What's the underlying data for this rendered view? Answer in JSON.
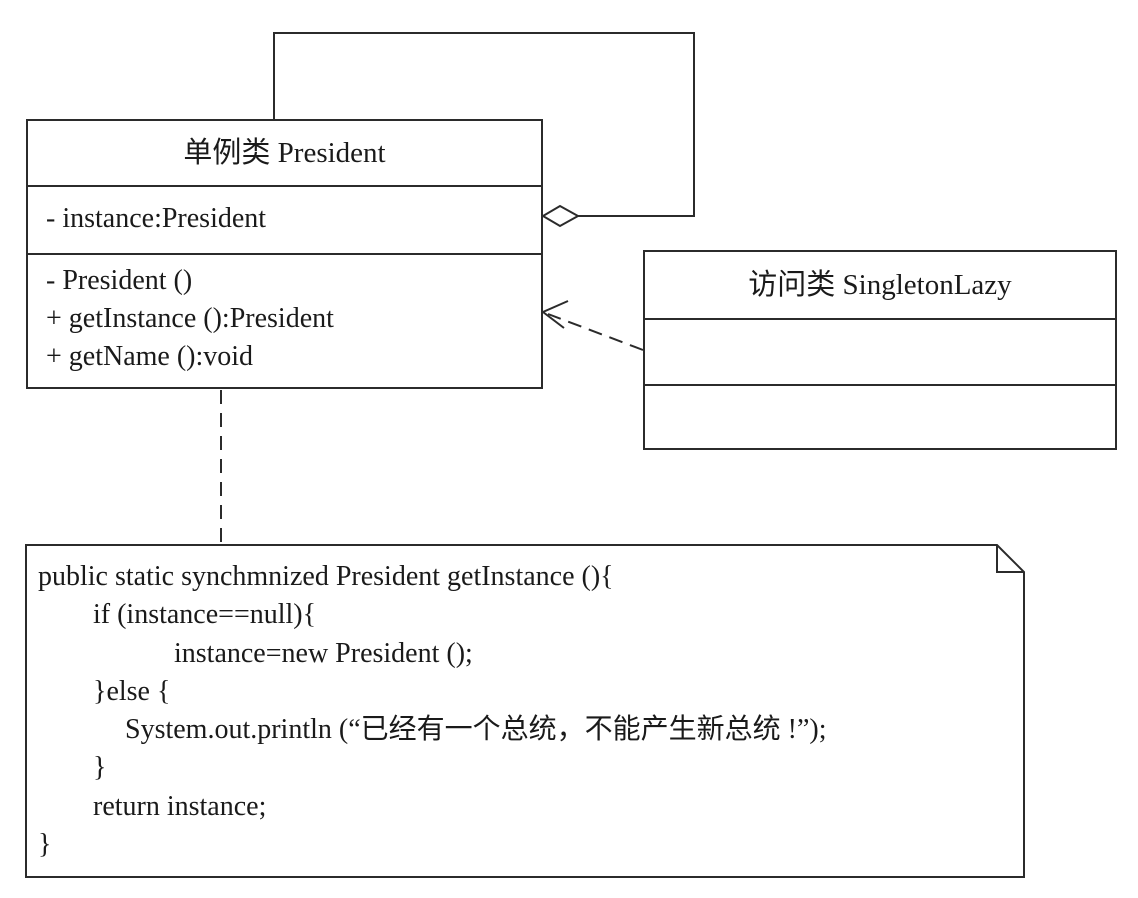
{
  "president_class": {
    "name": "单例类 President",
    "attributes": [
      "- instance:President"
    ],
    "operations": [
      "- President ()",
      "+ getInstance ():President",
      "+ getName ():void"
    ]
  },
  "lazy_class": {
    "name": "访问类 SingletonLazy"
  },
  "note": {
    "lines": [
      "public static synchmnized President getInstance (){",
      "if (instance==null){",
      "instance=new President ();",
      "}else {",
      "System.out.println (“已经有一个总统，不能产生新总统 !”);",
      "}",
      "return instance;",
      "}"
    ]
  },
  "colors": {
    "line": "#2b2b2b",
    "background": "#ffffff"
  }
}
